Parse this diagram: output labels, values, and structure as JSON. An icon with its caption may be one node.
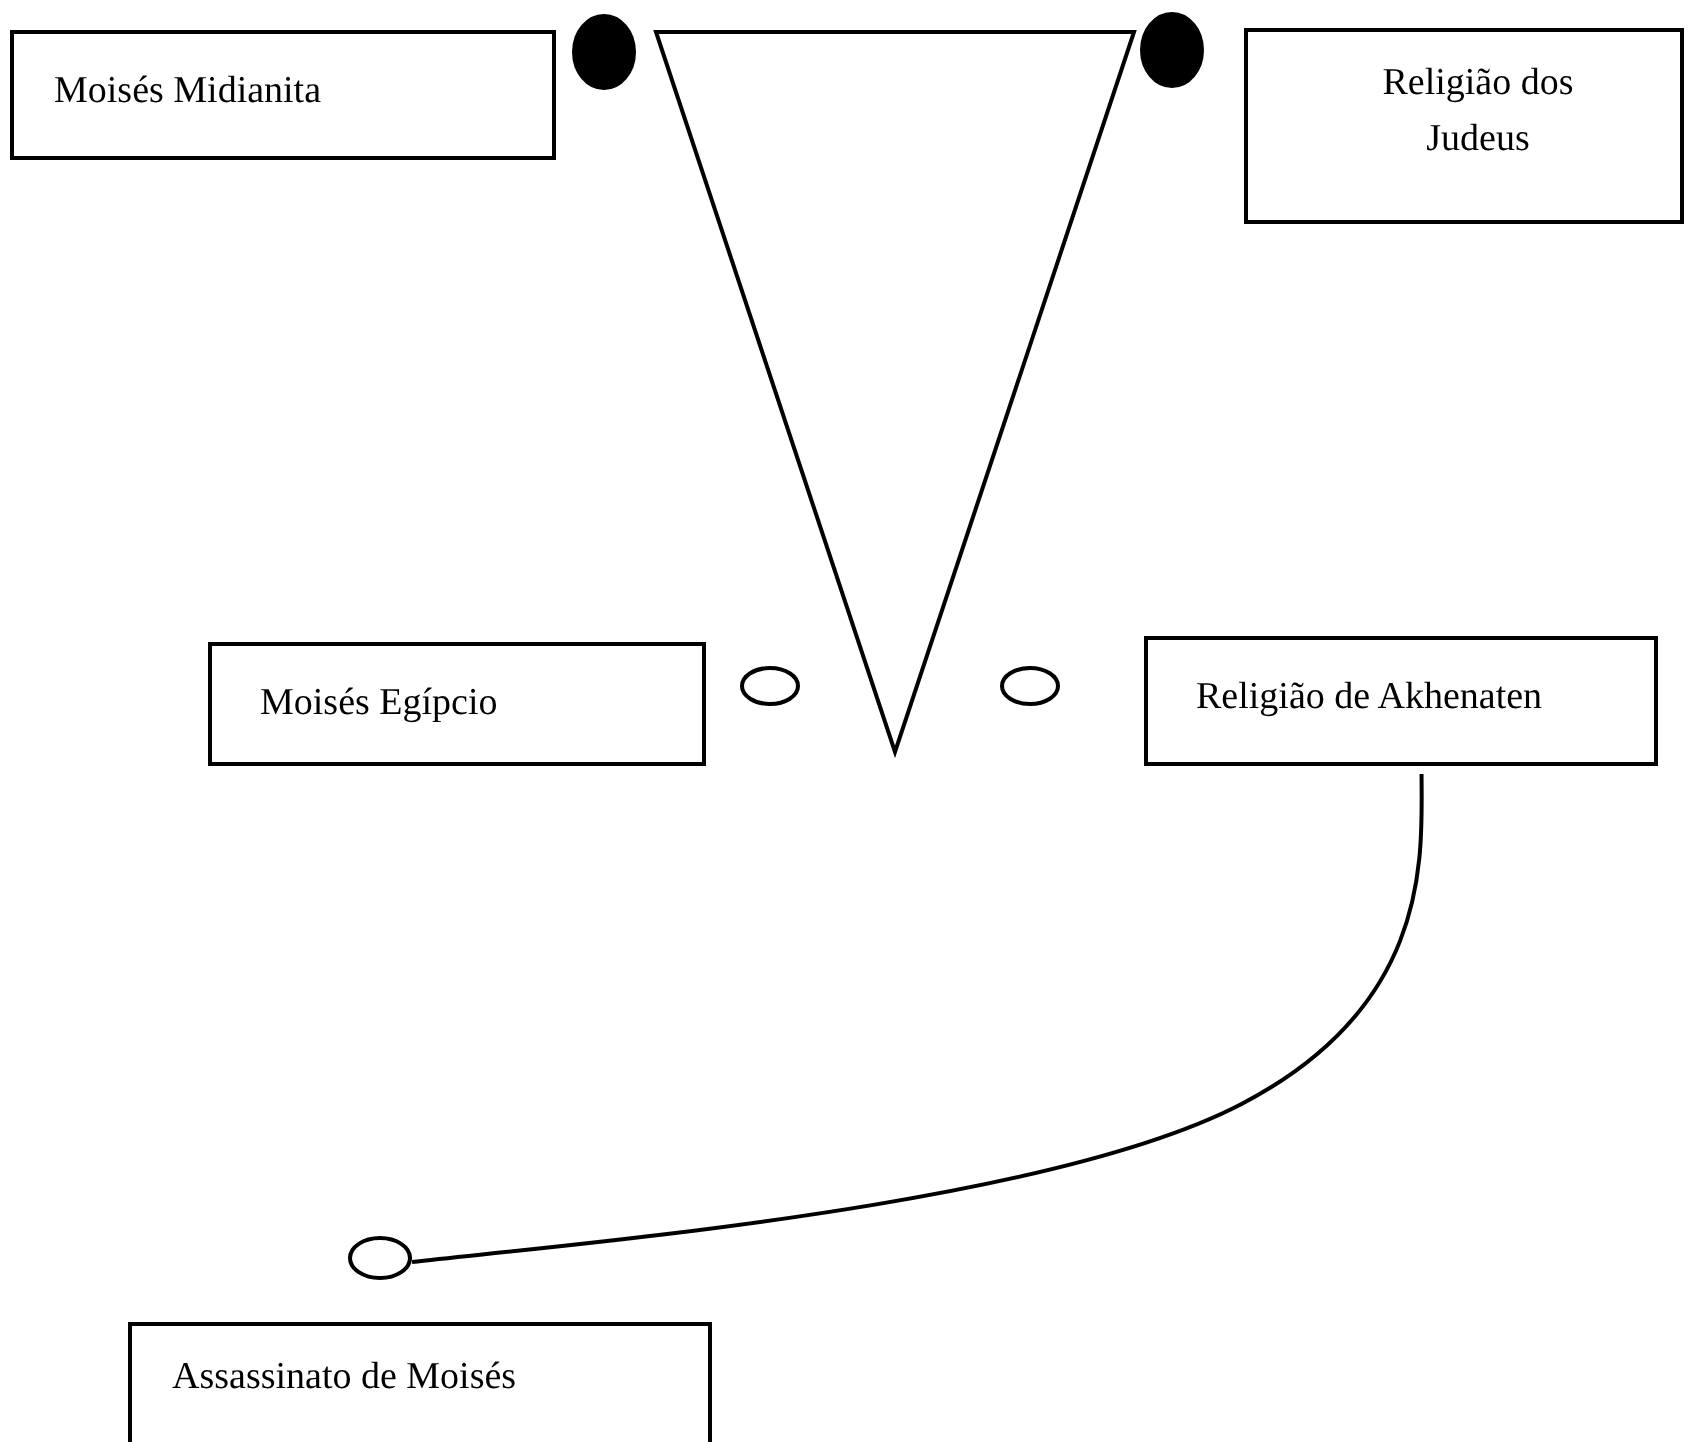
{
  "diagram": {
    "nodes": [
      {
        "text": [
          "Moisés Midianita"
        ]
      },
      {
        "text": [],
        "shape": "dot"
      },
      {
        "text": [],
        "shape": "triangle"
      },
      {
        "text": [],
        "shape": "dot"
      },
      {
        "text": [
          "Religião dos Judeus"
        ]
      },
      {
        "text": [
          "Moisés Egípcio"
        ]
      },
      {
        "text": [],
        "shape": "circle"
      },
      {
        "text": [],
        "shape": "circle"
      },
      {
        "text": [
          "Religião de Akhenaten"
        ]
      },
      {
        "text": [],
        "shape": "circle"
      },
      {
        "text": [
          "Assassinato de Moisés"
        ]
      }
    ],
    "edges": [
      {
        "from": 8,
        "to": 9,
        "arrow": "none"
      }
    ]
  }
}
